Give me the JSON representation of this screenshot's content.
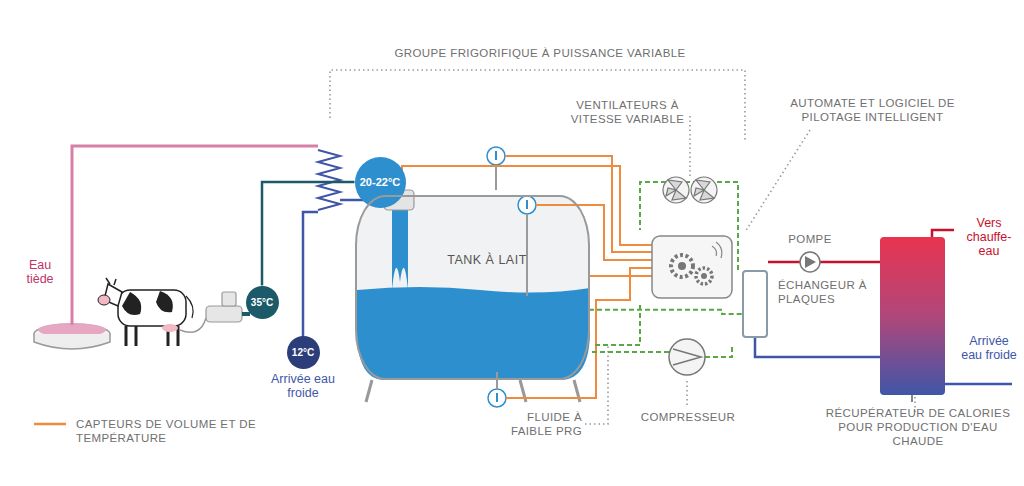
{
  "diagram": {
    "nodes": [
      {
        "text": [
          "20-22°C"
        ]
      },
      {
        "text": [
          "TANK À LAIT"
        ]
      },
      {
        "text": [
          "35°C"
        ]
      },
      {
        "text": [
          "12°C"
        ]
      },
      {
        "text": [
          "ÉCHANGEUR À PLAQUES"
        ]
      }
    ],
    "edges": [
      {
        "from": 2,
        "to": 0,
        "arrow": "none"
      },
      {
        "from": 1,
        "to": 4,
        "arrow": "none"
      }
    ],
    "labels": [
      "GROUPE FRIGORIFIQUE À PUISSANCE VARIABLE",
      "VENTILATEURS À VITESSE VARIABLE",
      "AUTOMATE ET LOGICIEL DE PILOTAGE INTELLIGENT",
      "Eau tiède",
      "Arrivée eau froide",
      "POMPE",
      "Vers chauffe-eau",
      "Arrivée eau froide",
      "FLUIDE À FAIBLE PRG",
      "COMPRESSEUR",
      "RÉCUPÉRATEUR DE CALORIES POUR PRODUCTION D'EAU CHAUDE"
    ],
    "legend": [
      {
        "text": "CAPTEURS DE VOLUME ET DE TEMPÉRATURE"
      }
    ]
  }
}
